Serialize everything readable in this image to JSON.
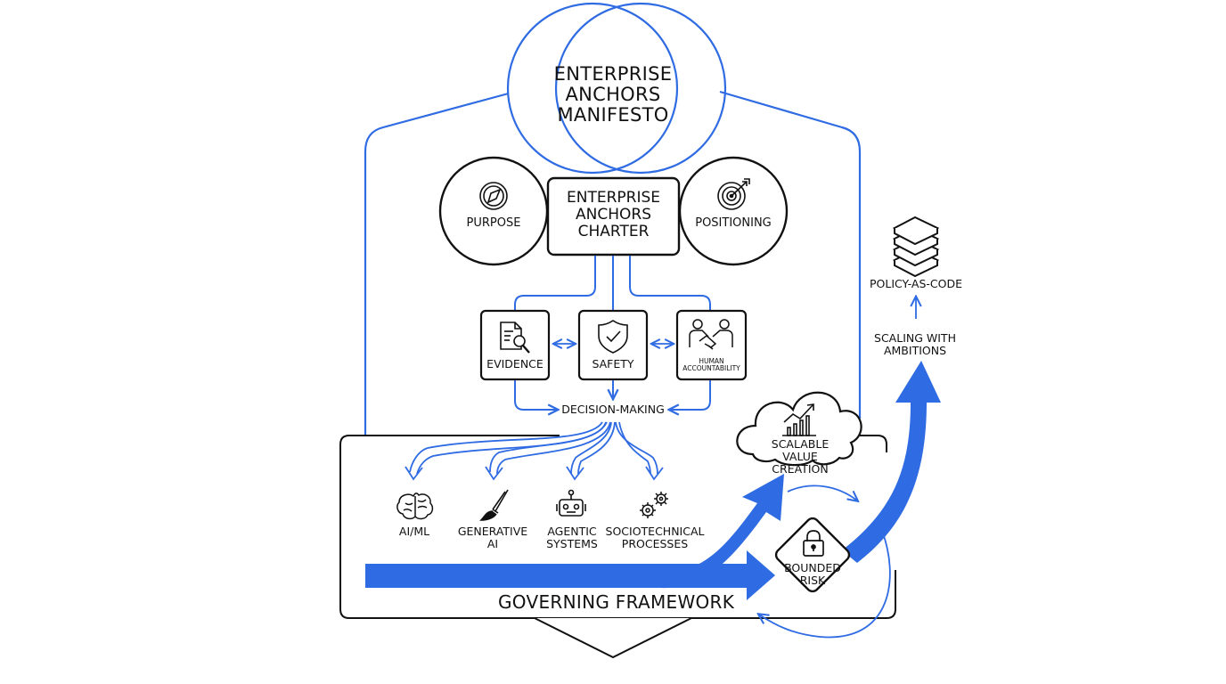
{
  "diagram": {
    "accent_color": "#2f6be3",
    "stroke_color": "#111111",
    "manifesto": {
      "label": "ENTERPRISE\nANCHORS\nMANIFESTO"
    },
    "charter": {
      "label": "ENTERPRISE\nANCHORS\nCHARTER"
    },
    "purpose": {
      "label": "PURPOSE",
      "icon": "compass-icon"
    },
    "positioning": {
      "label": "POSITIONING",
      "icon": "target-icon"
    },
    "pillars": [
      {
        "label": "EVIDENCE",
        "icon": "document-search-icon"
      },
      {
        "label": "SAFETY",
        "icon": "shield-check-icon"
      },
      {
        "label": "HUMAN\nACCOUNTABILITY",
        "icon": "handshake-icon"
      }
    ],
    "decision_making": {
      "label": "DECISION-MAKING"
    },
    "domains": [
      {
        "label": "AI/ML",
        "icon": "brain-icon"
      },
      {
        "label": "GENERATIVE\nAI",
        "icon": "paintbrush-icon"
      },
      {
        "label": "AGENTIC\nSYSTEMS",
        "icon": "robot-icon"
      },
      {
        "label": "SOCIOTECHNICAL\nPROCESSES",
        "icon": "gears-icon"
      }
    ],
    "governing_framework": {
      "label": "GOVERNING FRAMEWORK"
    },
    "value_creation": {
      "label": "SCALABLE\nVALUE\nCREATION",
      "icon": "cloud-growth-icon"
    },
    "bounded_risk": {
      "label": "BOUNDED\nRISK",
      "icon": "padlock-icon"
    },
    "scaling": {
      "label": "SCALING WITH\nAMBITIONS"
    },
    "policy": {
      "label": "POLICY-AS-CODE",
      "icon": "layers-stack-icon"
    }
  }
}
